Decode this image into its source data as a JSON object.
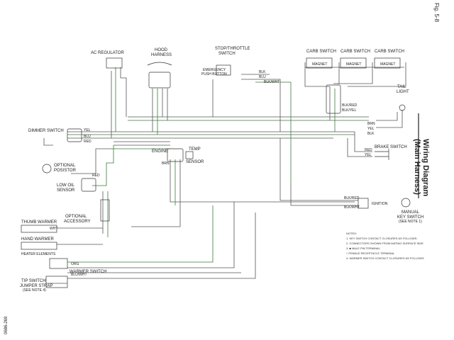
{
  "figure_label": "Fig. 5-8",
  "title_line1": "Wiring Diagram",
  "title_line2": "(Main Harness)",
  "drawing_code": "0686-269",
  "components": {
    "ac_regulator": "AC REGULATOR",
    "hood_harness_1": "HOOD",
    "hood_harness_2": "HARNESS",
    "stop_switch_1": "STOP/THROTTLE",
    "stop_switch_2": "SWITCH",
    "emergency_button_1": "EMERGENCY",
    "emergency_button_2": "PUSH BUTTON",
    "carb_switch_1": "CARB SWITCH",
    "carb_switch_2": "CARB SWITCH",
    "carb_switch_3": "CARB SWITCH",
    "tail_light_1": "TAIL",
    "tail_light_2": "LIGHT",
    "dimmer_switch": "DIMMER SWITCH",
    "engine": "ENGINE",
    "temp_sensor_1": "TEMP",
    "temp_sensor_2": "SENSOR",
    "brake_switch": "BRAKE SWITCH",
    "optional_posistor_1": "OPTIONAL",
    "optional_posistor_2": "POSISTOR",
    "low_oil_sensor_1": "LOW OIL",
    "low_oil_sensor_2": "SENSOR",
    "optional_accessory_1": "OPTIONAL",
    "optional_accessory_2": "ACCESSORY",
    "thumb_warmer": "THUMB WARMER",
    "hand_warmer": "HAND WARMER",
    "heater_elements": "HEATER ELEMENTS",
    "warmer_switch": "WARMER SWITCH",
    "tip_switch": "TIP SWITCH",
    "jumper_strap_1": "JUMPER STRAP",
    "jumper_strap_2": "(SEE NOTE 4)",
    "ignition": "IGNITION",
    "manual_key_switch_1": "MANUAL",
    "manual_key_switch_2": "KEY SWITCH",
    "manual_key_switch_3": "(SEE NOTE 1)"
  },
  "wire_labels": {
    "blu": "BLU",
    "red": "RED",
    "yel": "YEL",
    "brn": "BRN",
    "blk": "BLK",
    "blk_red": "BLK/RED",
    "blk_yel": "BLK/YEL",
    "blk_wht": "BLK/WHT",
    "blu_wht": "BLU/WHT",
    "org": "ORG",
    "wht": "WHT",
    "magnet": "MAGNET"
  },
  "notes": [
    "NOTES:",
    "1. KEY SWITCH CONTACT CLOSURES AS FOLLOWS:",
    "2. CONNECTORS SHOWN FROM MATING SURFACE SIDE",
    "3. ■ MALE PIN TERMINAL",
    "   □ FEMALE RECEPTACLE TERMINAL",
    "4. WARMER SWITCH CONTACT CLOSURES AS FOLLOWS:"
  ],
  "colors": {
    "wire_dark": "#555555",
    "wire_green": "#3a7a3a",
    "ink": "#222222"
  }
}
